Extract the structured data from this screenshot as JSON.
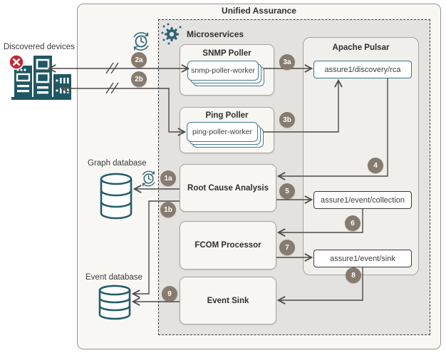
{
  "window": {
    "title": "Unified Assurance"
  },
  "microservices": {
    "label": "Microservices"
  },
  "pulsar": {
    "title": "Apache Pulsar",
    "topics": {
      "rca": "assure1/discovery/rca",
      "collection": "assure1/event/collection",
      "sink": "assure1/event/sink"
    }
  },
  "services": {
    "snmp": {
      "title": "SNMP Poller",
      "worker": "snmp-poller-worker"
    },
    "ping": {
      "title": "Ping Poller",
      "worker": "ping-poller-worker"
    },
    "rca": {
      "title": "Root Cause Analysis"
    },
    "fcom": {
      "title": "FCOM Processor"
    },
    "event_sink": {
      "title": "Event Sink"
    }
  },
  "external": {
    "devices": "Discovered devices",
    "graph_db": "Graph database",
    "event_db": "Event database"
  },
  "badges": {
    "b1a": "1a",
    "b1b": "1b",
    "b2a": "2a",
    "b2b": "2b",
    "b3a": "3a",
    "b3b": "3b",
    "b4": "4",
    "b5": "5",
    "b6": "6",
    "b7": "7",
    "b8": "8",
    "b9": "9"
  },
  "icons": {
    "gear": "gear-icon",
    "scheduler": "clock-refresh-icon",
    "devices": "network-devices-icon",
    "error": "error-x-icon",
    "database": "database-cylinder-icon"
  },
  "colors": {
    "teal": "#2e6576",
    "badge": "#877b6f",
    "line": "#4a4a4a",
    "error_red": "#c3272e",
    "container_bg": "#e4e2df"
  }
}
